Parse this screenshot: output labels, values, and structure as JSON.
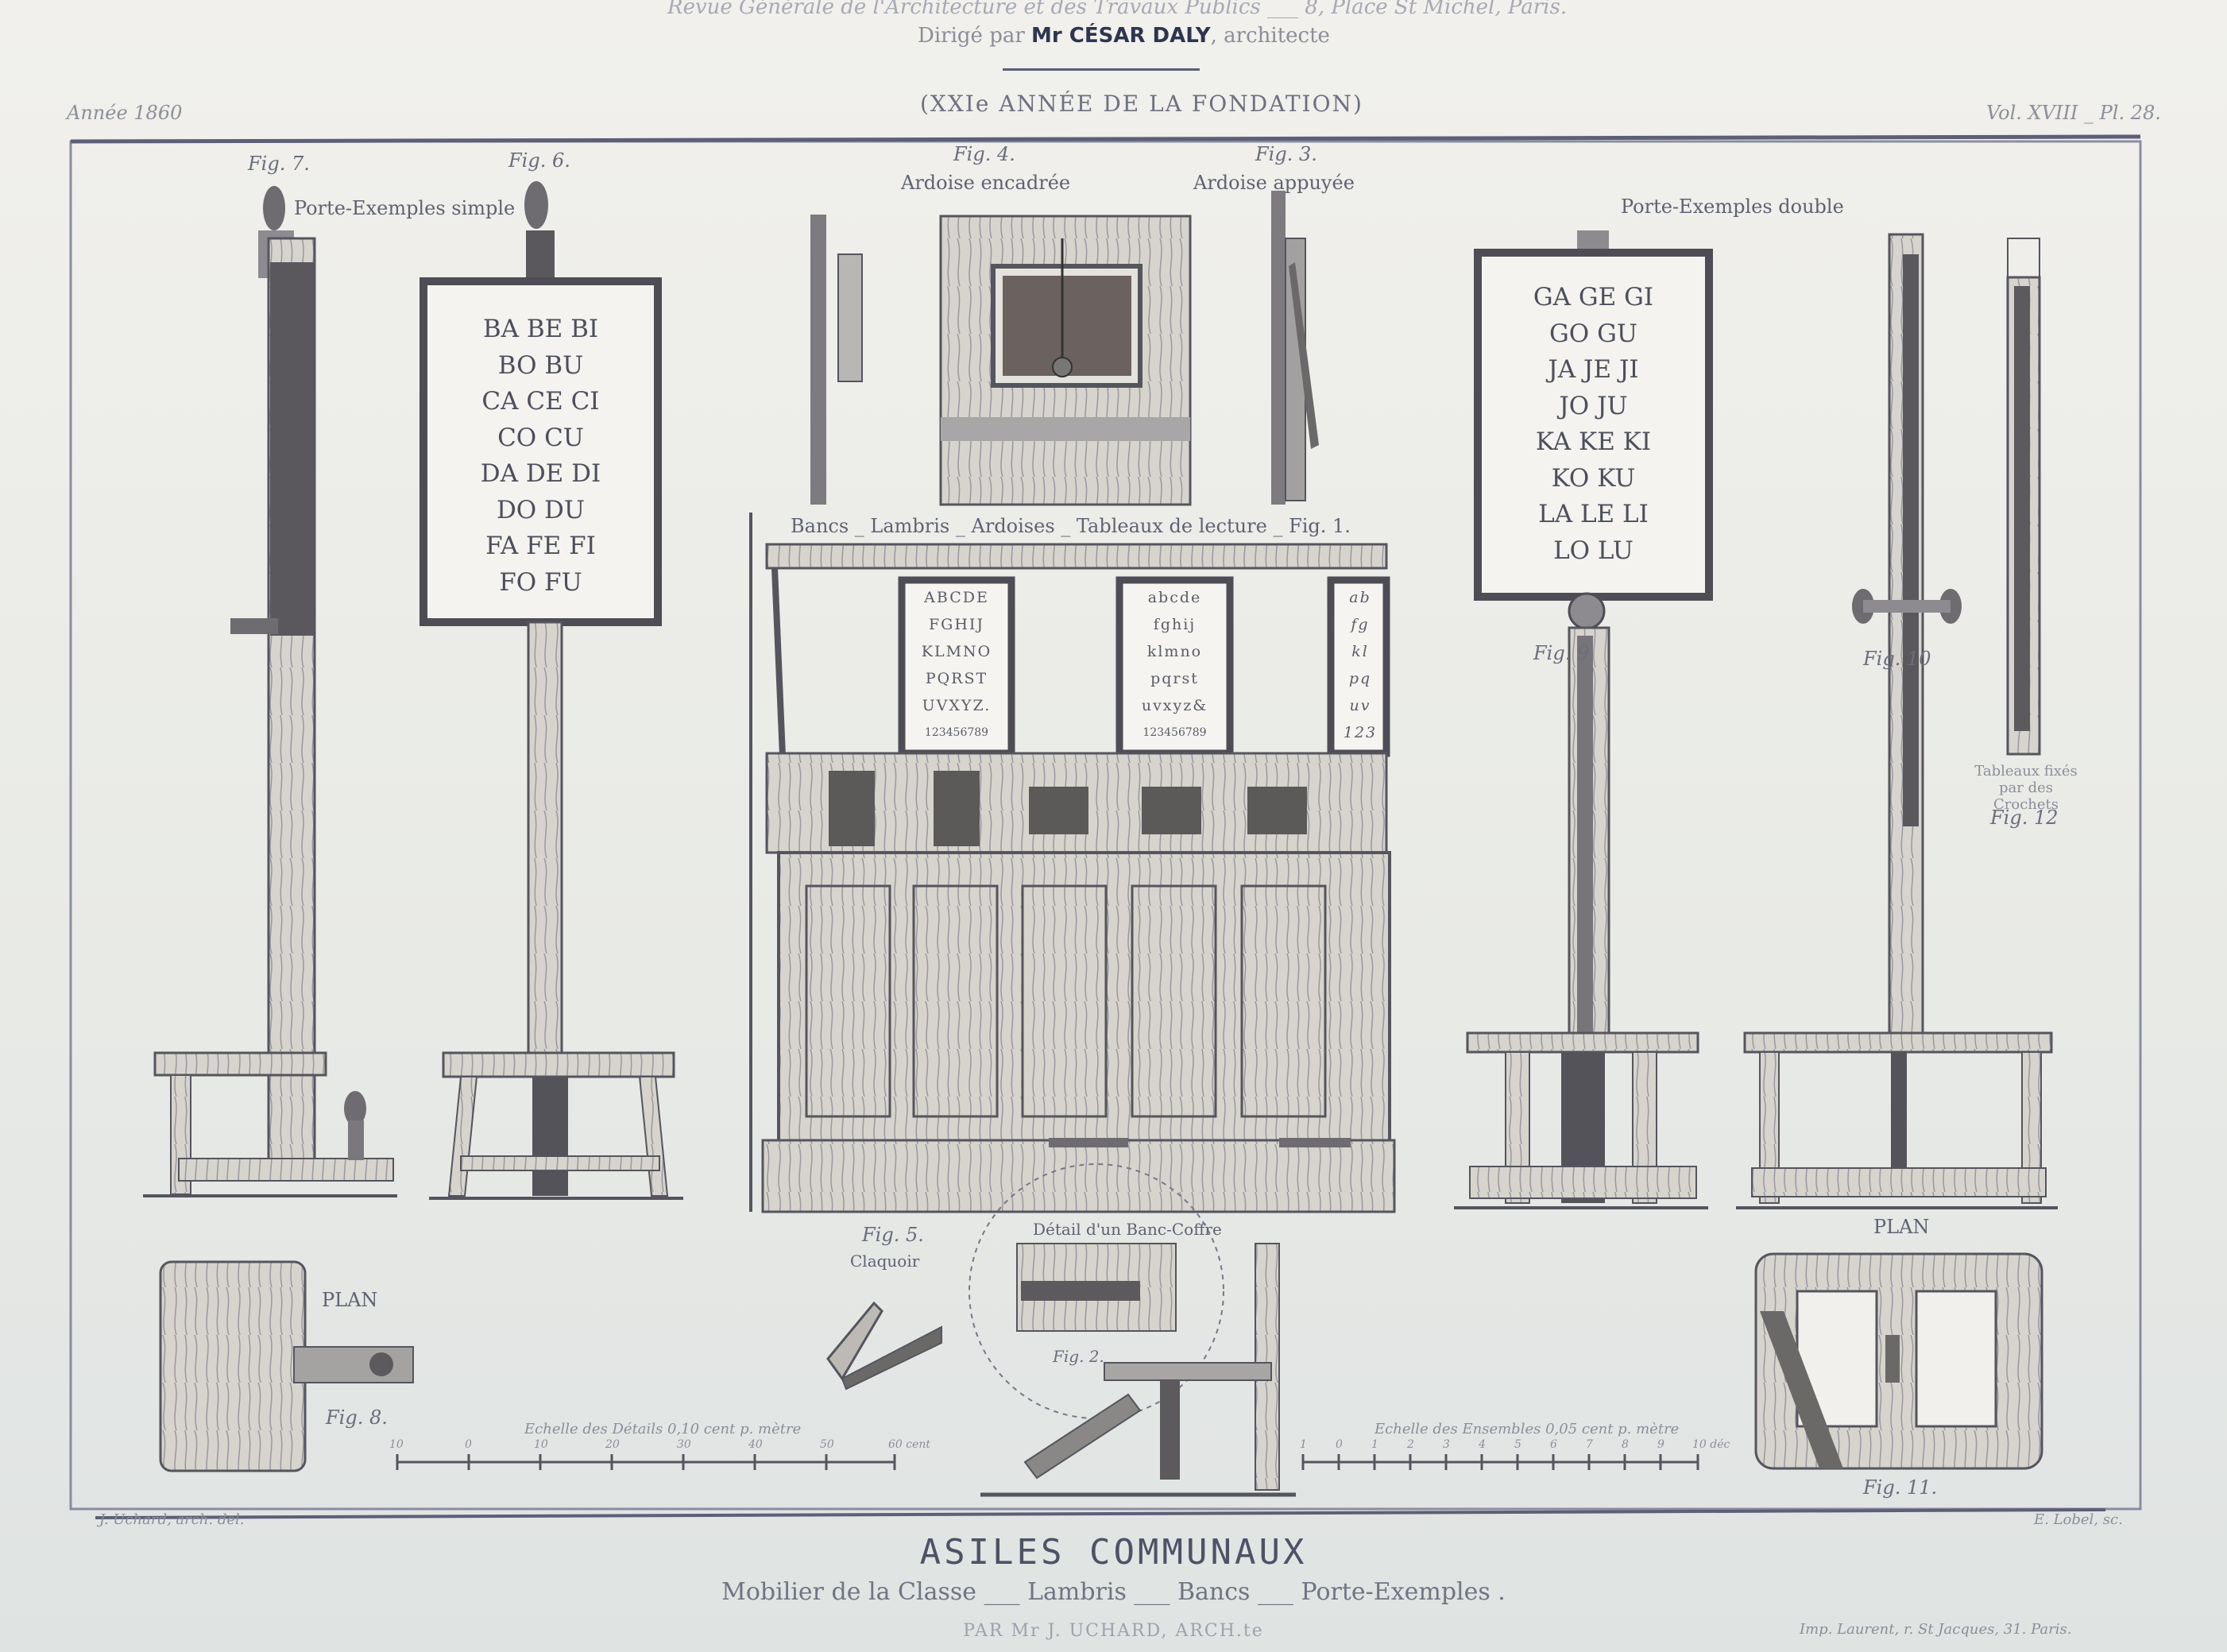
{
  "header": {
    "publisher_line": "Revue Générale de l'Architecture et des Travaux Publics ___ 8, Place St Michel, Paris.",
    "directed_prefix": "Dirigé par",
    "director": "Mr CÉSAR DALY",
    "directed_suffix": ", architecte",
    "foundation": "(XXIe ANNÉE DE LA FONDATION)",
    "year": "Année 1860",
    "volume": "Vol. XVIII _ Pl. 28."
  },
  "figures": {
    "fig7": "Fig. 7.",
    "fig6": "Fig. 6.",
    "porte_simple": "Porte-Exemples simple",
    "fig4": "Fig. 4.",
    "ardoise_encadree": "Ardoise encadrée",
    "fig3": "Fig. 3.",
    "ardoise_appuyee": "Ardoise appuyée",
    "porte_double": "Porte-Exemples double",
    "fig1_caption": "Bancs _ Lambris _ Ardoises _ Tableaux de lecture _ Fig. 1.",
    "fig9": "Fig. 9",
    "fig10": "Fig. 10",
    "fig12_caption": "Tableaux fixés par des Crochets",
    "fig12": "Fig. 12",
    "fig5": "Fig. 5.",
    "claquoir": "Claquoir",
    "detail_banc": "Détail d'un Banc-Coffre",
    "fig2": "Fig. 2.",
    "plan_left": "PLAN",
    "fig8": "Fig. 8.",
    "plan_right": "PLAN",
    "fig11": "Fig. 11."
  },
  "board_simple": [
    "BA  BE  BI",
    "BO BU",
    "CA  CE  CI",
    "CO CU",
    "DA  DE  DI",
    "DO DU",
    "FA  FE  FI",
    "FO FU"
  ],
  "board_double": [
    "GA  GE  GI",
    "GO GU",
    "JA  JE  JI",
    "JO  JU",
    "KA  KE  KI",
    "KO KU",
    "LA  LE  LI",
    "LO LU"
  ],
  "reading_charts": {
    "uppercase": [
      "ABCDE",
      "FGHIJ",
      "KLMNO",
      "PQRST",
      "UVXYZ.",
      "123456789"
    ],
    "lowercase": [
      "abcde",
      "fghij",
      "klmno",
      "pqrst",
      "uvxyz&",
      "123456789"
    ],
    "script": [
      "ab",
      "fg",
      "kl",
      "pq",
      "uv",
      "123"
    ]
  },
  "scales": {
    "details_label": "Echelle des Détails 0,10 cent p. mètre",
    "details_ticks": [
      "10",
      "0",
      "10",
      "20",
      "30",
      "40",
      "50",
      "60 cent"
    ],
    "ensembles_label": "Echelle des Ensembles 0,05 cent p. mètre",
    "ensembles_ticks": [
      "1",
      "0",
      "1",
      "2",
      "3",
      "4",
      "5",
      "6",
      "7",
      "8",
      "9",
      "10 déc"
    ]
  },
  "credits": {
    "drawn_by": "J. Uchard, arch. del.",
    "engraver": "E. Lobel, sc.",
    "printer": "Imp. Laurent, r. St Jacques, 31. Paris."
  },
  "footer": {
    "title": "ASILES COMMUNAUX",
    "subtitle": "Mobilier de la Classe ___ Lambris ___ Bancs ___ Porte-Exemples .",
    "author": "PAR Mr J. UCHARD, ARCH.te"
  },
  "colors": {
    "ink": "#4a4d5a",
    "paper": "#e9ebe8",
    "wood": "#c9c6bc",
    "slate": "#5c5a58"
  }
}
